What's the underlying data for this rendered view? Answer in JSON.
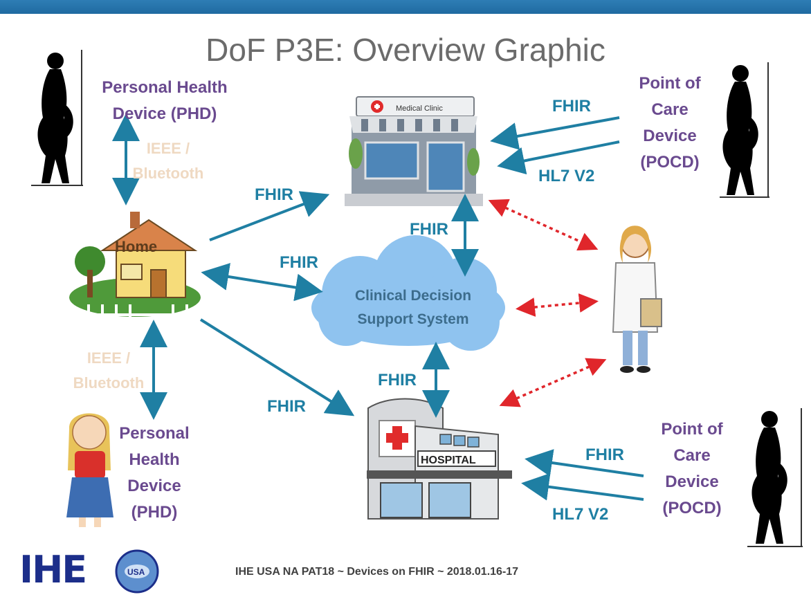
{
  "title": "DoF P3E:  Overview Graphic",
  "phd_top": {
    "line1": "Personal Health",
    "line2": "Device (PHD)"
  },
  "ieee_top": {
    "line1": "IEEE /",
    "line2": "Bluetooth"
  },
  "ieee_bottom": {
    "line1": "IEEE /",
    "line2": "Bluetooth"
  },
  "phd_bottom": {
    "line1": "Personal",
    "line2": "Health",
    "line3": "Device",
    "line4": "(PHD)"
  },
  "pocd_top": {
    "line1": "Point of",
    "line2": "Care",
    "line3": "Device",
    "line4": "(POCD)"
  },
  "pocd_bottom": {
    "line1": "Point of",
    "line2": "Care",
    "line3": "Device",
    "line4": "(POCD)"
  },
  "clinic_sign": "Medical Clinic",
  "home_label": "Home",
  "hospital_sign": "HOSPITAL",
  "cloud": {
    "line1": "Clinical Decision",
    "line2": "Support System"
  },
  "arrows": {
    "fhir_clinic_pocd": "FHIR",
    "hl7_clinic_pocd": "HL7 V2",
    "fhir_home_clinic": "FHIR",
    "fhir_clinic_cloud": "FHIR",
    "fhir_home_cloud": "FHIR",
    "fhir_cloud_hospital": "FHIR",
    "fhir_home_hospital": "FHIR",
    "fhir_hospital_pocd": "FHIR",
    "hl7_hospital_pocd": "HL7 V2"
  },
  "logo": {
    "text": "IHE",
    "badge": "USA"
  },
  "footer": "IHE USA NA PAT18 ~ Devices on FHIR ~ 2018.01.16-17",
  "colors": {
    "arrow": "#1f7fa3",
    "dotted": "#e0262b",
    "purple_text": "#6a4a8f",
    "top_bar": "#2e7db5"
  }
}
